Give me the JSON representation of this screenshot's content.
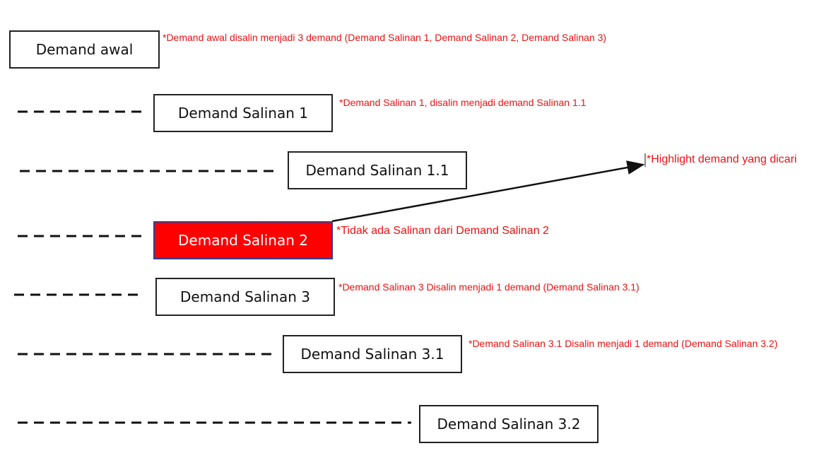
{
  "boxes": {
    "demand_awal": "Demand awal",
    "salinan_1": "Demand Salinan 1",
    "salinan_1_1": "Demand Salinan 1.1",
    "salinan_2": "Demand Salinan 2",
    "salinan_3": "Demand Salinan 3",
    "salinan_3_1": "Demand Salinan 3.1",
    "salinan_3_2": "Demand Salinan 3.2"
  },
  "notes": {
    "demand_awal": "*Demand awal disalin menjadi 3 demand (Demand Salinan 1, Demand Salinan 2, Demand Salinan 3)",
    "salinan_1": "*Demand Salinan 1, disalin menjadi demand Salinan 1.1",
    "highlight": "*Highlight demand yang dicari",
    "salinan_2": "*Tidak ada Salinan dari Demand Salinan 2",
    "salinan_3": "*Demand Salinan 3 Disalin menjadi 1 demand (Demand Salinan 3.1)",
    "salinan_3_1": "*Demand Salinan 3.1 Disalin menjadi 1 demand (Demand Salinan 3.2)"
  },
  "colors": {
    "highlight_fill": "#ff0000",
    "note_text": "#ee1111",
    "line": "#111111"
  }
}
